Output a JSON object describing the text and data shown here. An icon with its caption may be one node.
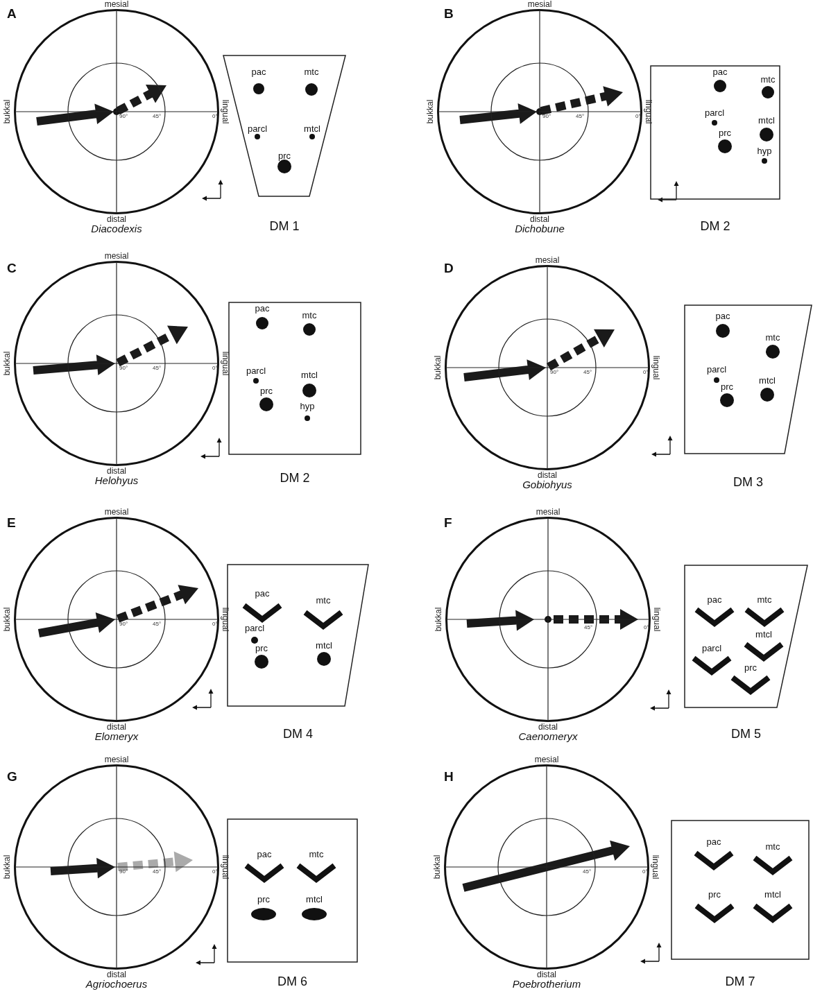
{
  "diagram": {
    "nodes": [
      {
        "text": [
          "90°",
          "45°",
          "0°"
        ],
        "beside": [
          "mesial",
          "bukkal",
          "lingual",
          "distal",
          "Diacodexis"
        ]
      },
      {
        "text": [
          "pac",
          "mtc",
          "parcl",
          "mtcl",
          "prc"
        ],
        "beside": [
          "DM 1"
        ]
      },
      {
        "text": [
          "90°",
          "45°",
          "0°"
        ],
        "beside": [
          "mesial",
          "bukkal",
          "lingual",
          "distal",
          "Dichobune"
        ]
      },
      {
        "text": [
          "pac",
          "mtc",
          "parcl",
          "mtcl",
          "prc",
          "hyp"
        ],
        "beside": [
          "DM 2"
        ]
      },
      {
        "text": [
          "90°",
          "45°",
          "0°"
        ],
        "beside": [
          "mesial",
          "bukkal",
          "lingual",
          "distal",
          "Helohyus"
        ]
      },
      {
        "text": [
          "pac",
          "mtc",
          "parcl",
          "mtcl",
          "prc",
          "hyp"
        ],
        "beside": [
          "DM 2"
        ]
      },
      {
        "text": [
          "90°",
          "45°",
          "0°"
        ],
        "beside": [
          "mesial",
          "bukkal",
          "lingual",
          "distal",
          "Gobiohyus"
        ]
      },
      {
        "text": [
          "pac",
          "mtc",
          "parcl",
          "prc",
          "mtcl"
        ],
        "beside": [
          "DM 3"
        ]
      },
      {
        "text": [
          "90°",
          "45°",
          "0°"
        ],
        "beside": [
          "mesial",
          "bukkal",
          "lingual",
          "distal",
          "Elomeryx"
        ]
      },
      {
        "text": [
          "pac",
          "mtc",
          "parcl",
          "prc",
          "mtcl"
        ],
        "beside": [
          "DM 4"
        ]
      },
      {
        "text": [
          "45°",
          "0°"
        ],
        "beside": [
          "mesial",
          "bukkal",
          "lingual",
          "distal",
          "Caenomeryx"
        ]
      },
      {
        "text": [
          "pac",
          "mtc",
          "mtcl",
          "parcl",
          "prc"
        ],
        "beside": [
          "DM 5"
        ]
      },
      {
        "text": [
          "90°",
          "45°",
          "0°"
        ],
        "beside": [
          "mesial",
          "bukkal",
          "lingual",
          "distal",
          "Agriochoerus"
        ]
      },
      {
        "text": [
          "pac",
          "mtc",
          "prc",
          "mtcl"
        ],
        "beside": [
          "DM 6"
        ]
      },
      {
        "text": [
          "45°",
          "0°"
        ],
        "beside": [
          "mesial",
          "bukkal",
          "lingual",
          "distal",
          "Poebrotherium"
        ]
      },
      {
        "text": [
          "pac",
          "mtc",
          "prc",
          "mtcl"
        ],
        "beside": [
          "DM 7"
        ]
      }
    ],
    "labels": [
      "A",
      "B",
      "C",
      "D",
      "E",
      "F",
      "G",
      "H"
    ]
  }
}
